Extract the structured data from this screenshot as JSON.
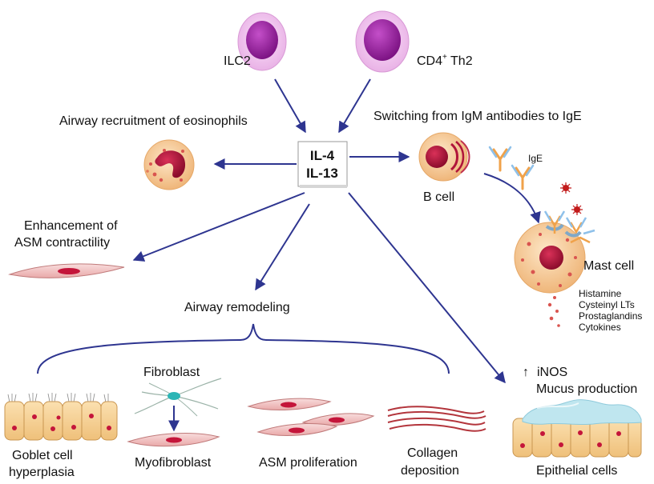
{
  "cells": {
    "ilc2": "ILC2",
    "th2_prefix": "CD4",
    "th2_sup": "+",
    "th2_suffix": " Th2",
    "b_cell": "B cell",
    "mast_cell": "Mast cell",
    "fibroblast": "Fibroblast",
    "myofibroblast": "Myofibroblast",
    "epithelial": "Epithelial cells",
    "ige": "IgE"
  },
  "center": {
    "line1": "IL-4",
    "line2": "IL-13"
  },
  "effects": {
    "eosinophil_recruitment": "Airway recruitment of eosinophils",
    "ige_switching": "Switching from IgM antibodies to IgE",
    "asm_line1": "Enhancement of",
    "asm_line2": "ASM contractility",
    "remodeling": "Airway remodeling",
    "inos_arrow": "↑",
    "inos": "iNOS",
    "mucus": "Mucus production"
  },
  "mediators": [
    "Histamine",
    "Cysteinyl LTs",
    "Prostaglandins",
    "Cytokines"
  ],
  "remodeling_items": {
    "goblet_line1": "Goblet cell",
    "goblet_line2": "hyperplasia",
    "asm_prolif": "ASM  proliferation",
    "collagen_line1": "Collagen",
    "collagen_line2": "deposition"
  },
  "colors": {
    "arrow": "#2e3590",
    "lymphocyte_outer": "#f2c6f0",
    "lymphocyte_nucleus": "#9a1fa0",
    "granulocyte": "#f4c99a",
    "nucleus_red": "#b0143a",
    "smooth_muscle": "#f3c9c9",
    "epithelial": "#f6d49a",
    "mucus": "#bfe6ef"
  }
}
